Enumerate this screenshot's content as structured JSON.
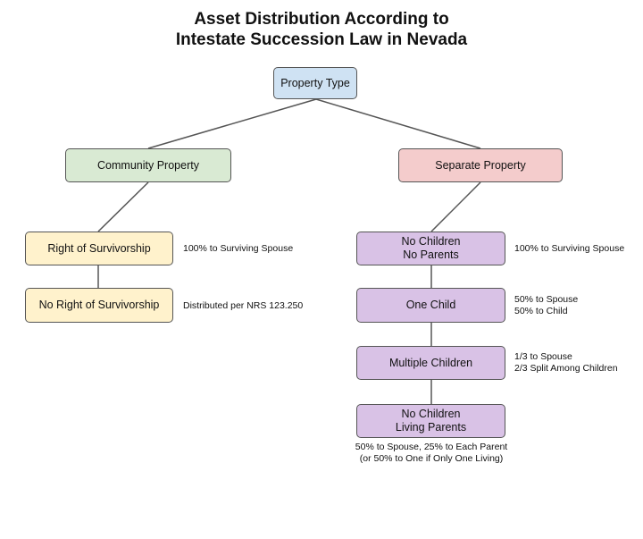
{
  "title": {
    "line1": "Asset Distribution According to",
    "line2": "Intestate Succession Law in Nevada"
  },
  "nodes": {
    "property_type": "Property Type",
    "community_property": "Community Property",
    "separate_property": "Separate Property",
    "right_of_survivorship": "Right of Survivorship",
    "no_right_of_survivorship": "No Right of Survivorship",
    "no_children_no_parents": {
      "line1": "No Children",
      "line2": "No Parents"
    },
    "one_child": "One Child",
    "multiple_children": "Multiple Children",
    "no_children_living_parents": {
      "line1": "No Children",
      "line2": "Living Parents"
    }
  },
  "notes": {
    "right_of_survivorship": "100% to Surviving Spouse",
    "no_right_of_survivorship": "Distributed per NRS 123.250",
    "no_children_no_parents": "100% to Surviving Spouse",
    "one_child": {
      "line1": "50% to Spouse",
      "line2": "50% to Child"
    },
    "multiple_children": {
      "line1": "1/3 to Spouse",
      "line2": "2/3 Split Among Children"
    },
    "no_children_living_parents": {
      "line1": "50% to Spouse, 25% to Each Parent",
      "line2": "(or 50% to One if Only One Living)"
    }
  },
  "colors": {
    "root": "#cfe2f3",
    "community": "#d9ead3",
    "separate": "#f4cccc",
    "survivorship": "#fff2cc",
    "separate_children": "#d9c2e6",
    "connector": "#555555"
  }
}
